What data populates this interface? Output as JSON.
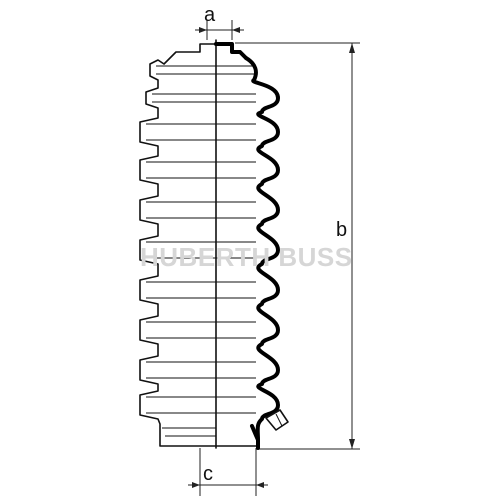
{
  "labels": {
    "a": "a",
    "b": "b",
    "c": "c"
  },
  "watermark": "HUBERTH BUSS",
  "colors": {
    "line": "#111111",
    "background": "#ffffff",
    "watermark": "#d6d6d6"
  }
}
